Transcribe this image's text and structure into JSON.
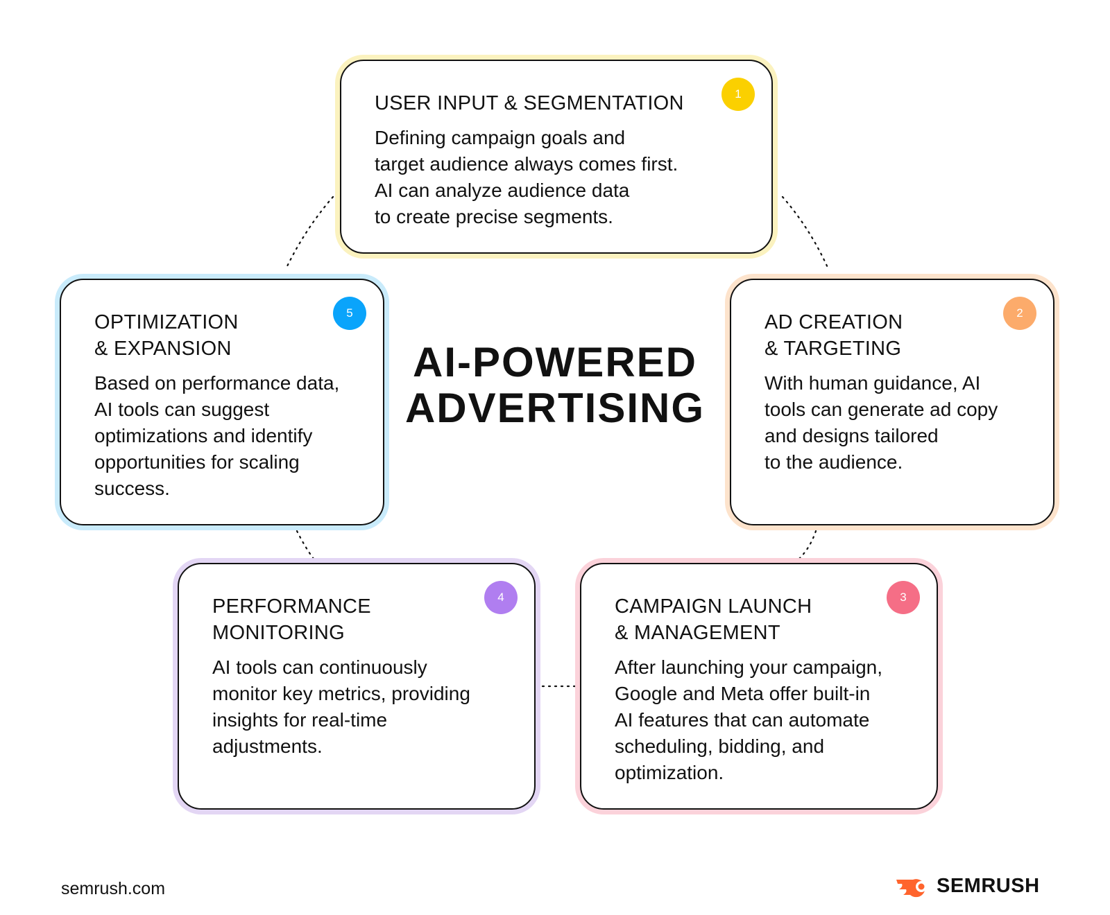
{
  "title": "AI-POWERED\nADVERTISING",
  "steps": [
    {
      "number": "1",
      "title": "USER INPUT & SEGMENTATION",
      "description": "Defining campaign goals and\ntarget audience always comes first.\nAI can analyze audience data\nto create precise segments.",
      "color": "#fbd000",
      "glow": "#fbf2bf"
    },
    {
      "number": "2",
      "title": "AD CREATION\n& TARGETING",
      "description": "With human guidance, AI\ntools can generate ad copy\nand designs tailored\nto the audience.",
      "color": "#fcab6b",
      "glow": "#fde3cc"
    },
    {
      "number": "3",
      "title": "CAMPAIGN LAUNCH\n& MANAGEMENT",
      "description": "After launching your campaign,\nGoogle and Meta offer built-in\nAI features that can automate\nscheduling, bidding, and\noptimization.",
      "color": "#f56e86",
      "glow": "#fbd2da"
    },
    {
      "number": "4",
      "title": "PERFORMANCE\nMONITORING",
      "description": "AI tools can continuously\nmonitor key metrics, providing\ninsights for real-time\nadjustments.",
      "color": "#b07ef0",
      "glow": "#e3d6f4"
    },
    {
      "number": "5",
      "title": "OPTIMIZATION\n& EXPANSION",
      "description": "Based on performance data,\nAI tools can suggest\noptimizations and identify\nopportunities for scaling\nsuccess.",
      "color": "#0aa4fb",
      "glow": "#c9ebfb"
    }
  ],
  "footer": {
    "site": "semrush.com",
    "brand": "SEMRUSH",
    "brand_color": "#ff642d"
  }
}
